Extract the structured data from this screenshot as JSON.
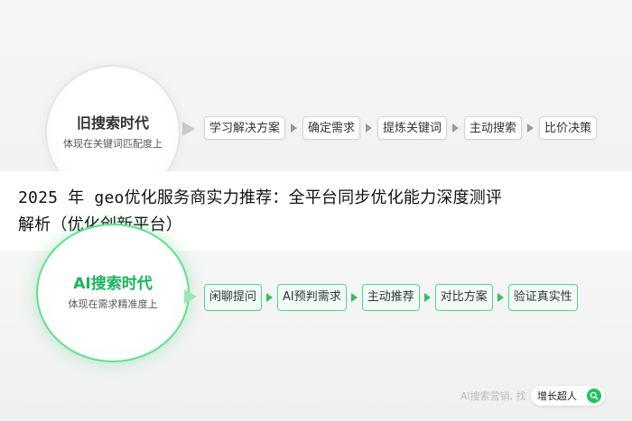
{
  "old_era": {
    "title": "旧搜索时代",
    "subtitle": "体现在关键词匹配度上",
    "steps": [
      "学习解决方案",
      "确定需求",
      "提炼关键词",
      "主动搜索",
      "比价决策"
    ]
  },
  "ai_era": {
    "title": "AI搜索时代",
    "subtitle": "体现在需求精准度上",
    "steps": [
      "闲聊提问",
      "AI预判需求",
      "主动推荐",
      "对比方案",
      "验证真实性"
    ]
  },
  "headline": {
    "line1": "2025 年 geo优化服务商实力推荐：全平台同步优化能力深度测评",
    "line2": "解析（优化创新平台）"
  },
  "footer": {
    "caption": "Ai搜索营销, 找",
    "brand": "增长超人",
    "brand_icon": "search-icon"
  },
  "colors": {
    "accent_green": "#1fc35f",
    "old_border": "#d4d4d4"
  }
}
